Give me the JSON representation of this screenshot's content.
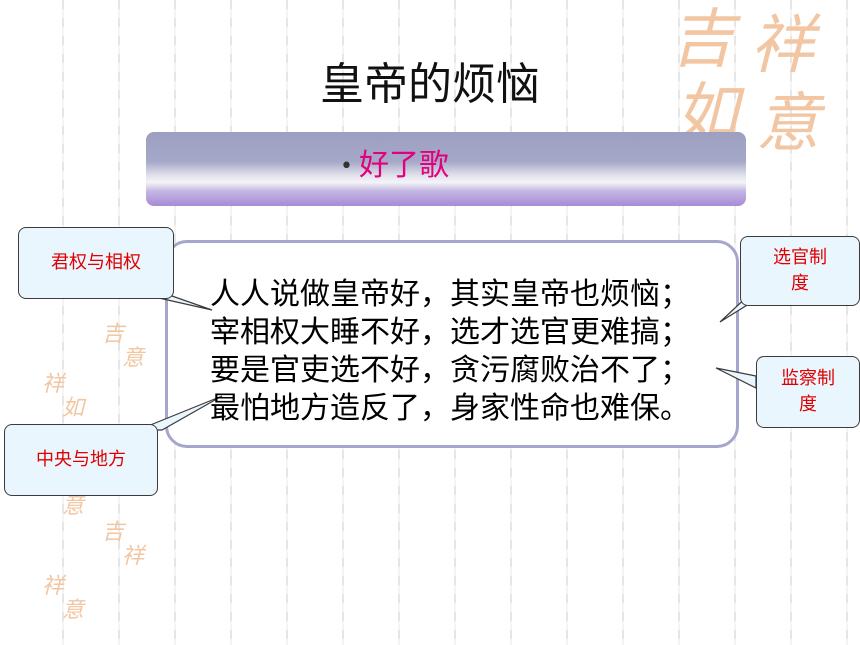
{
  "slide": {
    "title": "皇帝的烦恼",
    "subtitle_bullet": "•",
    "subtitle": "好了歌"
  },
  "poem": {
    "lines": [
      "人人说做皇帝好，其实皇帝也烦恼；",
      "宰相权大睡不好，选才选官更难搞；",
      "要是官吏选不好，贪污腐败治不了；",
      "最怕地方造反了，身家性命也难保。"
    ]
  },
  "callouts": {
    "monarch_chancellor": "君权与相权",
    "central_local": "中央与地方",
    "official_selection": [
      "选官制",
      "度"
    ],
    "supervision": [
      "监察制",
      "度"
    ]
  },
  "decor": {
    "seal": [
      "吉",
      "祥",
      "如",
      "意"
    ]
  },
  "colors": {
    "subtitle": "#e3007e",
    "callout_text": "#e00000",
    "callout_bg": "#e9f6fd",
    "box_border": "#a6a6cc",
    "seal": "#f2c6a2"
  }
}
